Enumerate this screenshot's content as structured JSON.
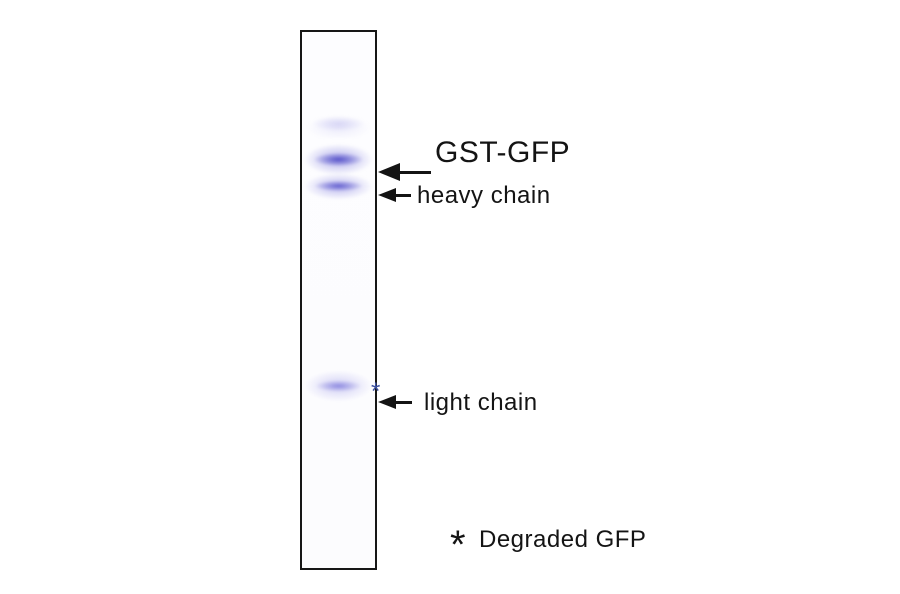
{
  "figure": {
    "type": "sds-page-gel-lane-figure",
    "annotations": {
      "gst_gfp": "GST-GFP",
      "heavy_chain": "heavy chain",
      "light_chain": "light chain"
    },
    "gel": {
      "band_asterisk": "*",
      "bands": [
        {
          "name": "faint-upper-smear"
        },
        {
          "name": "gst-gfp-band"
        },
        {
          "name": "heavy-chain-band"
        },
        {
          "name": "light-chain-band"
        }
      ]
    },
    "legend": {
      "symbol": "*",
      "label": "Degraded GFP"
    },
    "colors": {
      "band_core": "#5450c8",
      "band_halo": "#807cde",
      "light_band": "#6e6ad6",
      "lane_border": "#161616",
      "text": "#141414",
      "asterisk_blue": "#3b4fa0",
      "background": "#ffffff"
    }
  }
}
